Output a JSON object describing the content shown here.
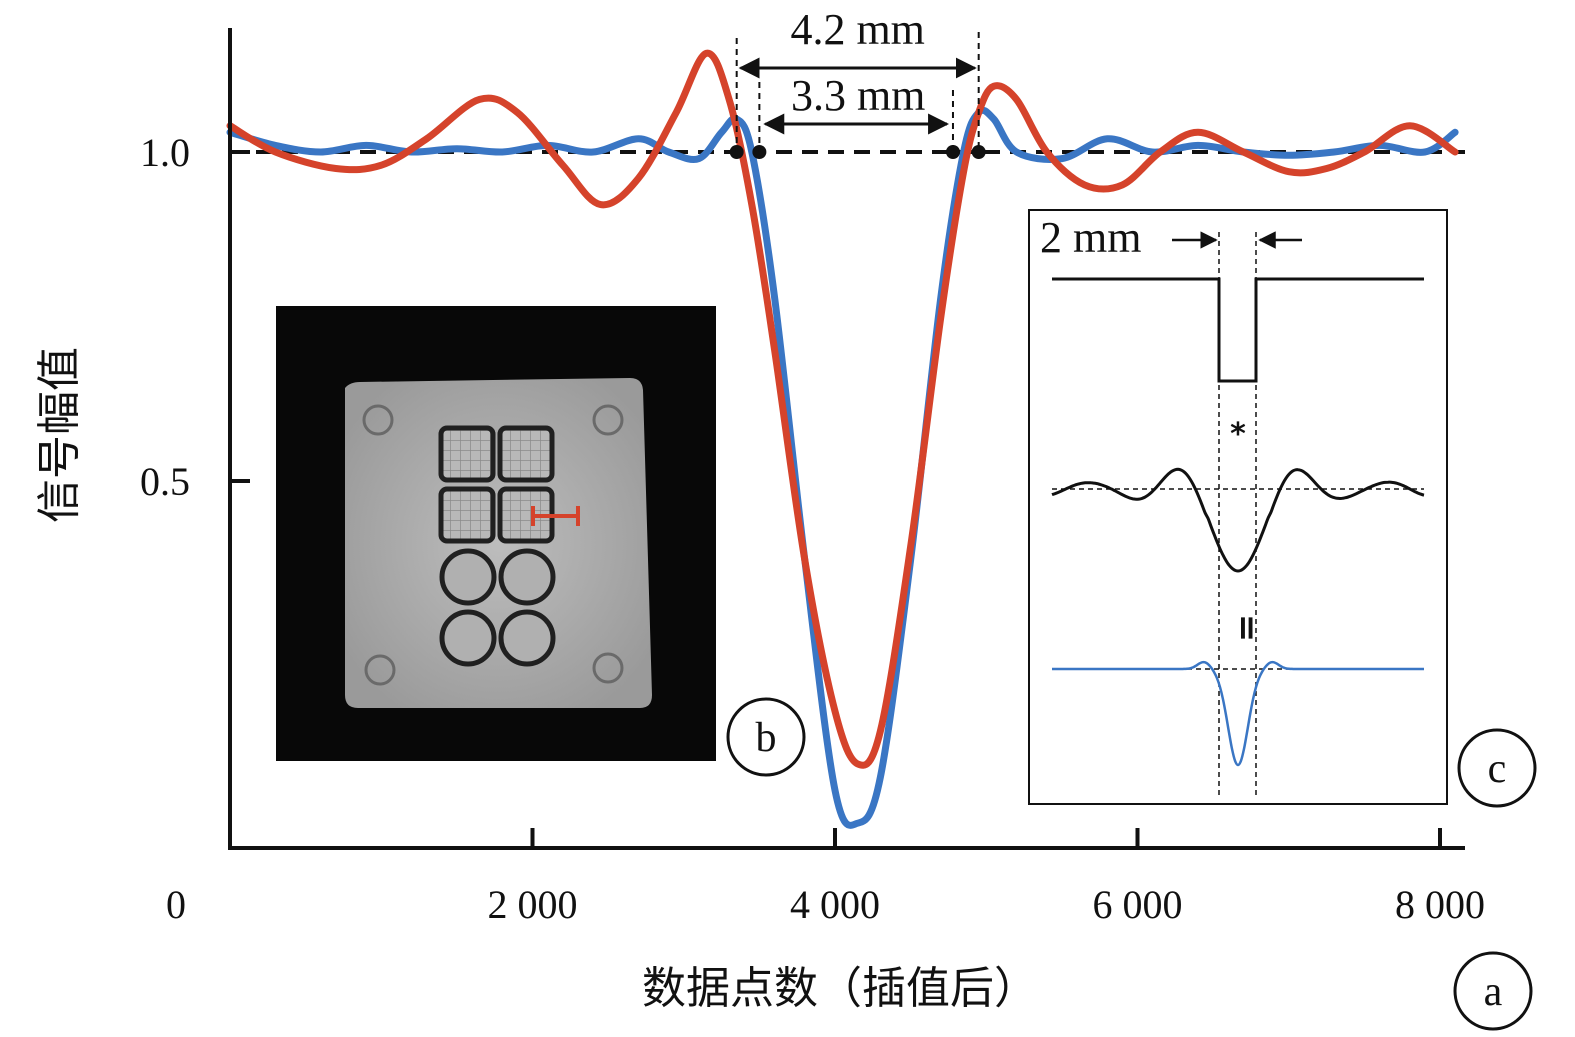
{
  "chart_data": {
    "type": "line",
    "xlabel": "数据点数（插值后）",
    "ylabel": "信号幅值",
    "xlim": [
      0,
      8200
    ],
    "ylim": [
      -0.05,
      1.2
    ],
    "x_ticks": [
      {
        "value": 0,
        "label": "0"
      },
      {
        "value": 2000,
        "label": "2 000"
      },
      {
        "value": 4000,
        "label": "4 000"
      },
      {
        "value": 6000,
        "label": "6 000"
      },
      {
        "value": 8000,
        "label": "8 000"
      }
    ],
    "y_ticks": [
      {
        "value": 0.5,
        "label": "0.5"
      },
      {
        "value": 1.0,
        "label": "1.0"
      }
    ],
    "reference_line": 1.0,
    "series": [
      {
        "color": "#3a76c4",
        "x": [
          0,
          300,
          600,
          900,
          1200,
          1500,
          1800,
          2100,
          2400,
          2700,
          2900,
          3100,
          3250,
          3350,
          3450,
          3600,
          3800,
          4000,
          4150,
          4300,
          4500,
          4700,
          4850,
          4950,
          5050,
          5200,
          5500,
          5800,
          6100,
          6400,
          6700,
          7000,
          7300,
          7600,
          7900,
          8100
        ],
        "y": [
          1.03,
          1.01,
          1.0,
          1.01,
          1.0,
          1.005,
          1.0,
          1.01,
          1.0,
          1.02,
          1.0,
          0.99,
          1.03,
          1.05,
          1.0,
          0.78,
          0.38,
          0.03,
          -0.02,
          0.05,
          0.38,
          0.78,
          1.0,
          1.06,
          1.05,
          1.0,
          0.99,
          1.02,
          1.0,
          1.01,
          1.0,
          0.995,
          1.0,
          1.01,
          1.0,
          1.03
        ]
      },
      {
        "color": "#d5432b",
        "x": [
          0,
          300,
          700,
          1000,
          1300,
          1650,
          1900,
          2200,
          2450,
          2700,
          2950,
          3150,
          3300,
          3450,
          3600,
          3800,
          4000,
          4150,
          4300,
          4500,
          4700,
          4850,
          4950,
          5050,
          5200,
          5400,
          5650,
          5900,
          6150,
          6400,
          6700,
          7000,
          7250,
          7500,
          7800,
          8100
        ],
        "y": [
          1.04,
          1.0,
          0.975,
          0.98,
          1.02,
          1.08,
          1.06,
          0.98,
          0.92,
          0.96,
          1.06,
          1.15,
          1.08,
          0.92,
          0.7,
          0.38,
          0.15,
          0.07,
          0.12,
          0.4,
          0.75,
          0.97,
          1.06,
          1.1,
          1.08,
          1.0,
          0.95,
          0.95,
          1.0,
          1.03,
          1.0,
          0.97,
          0.975,
          1.0,
          1.04,
          1.0
        ]
      }
    ],
    "annotations": {
      "wide_width": "4.2 mm",
      "narrow_width": "3.3 mm",
      "wide_x": [
        3350,
        4950
      ],
      "narrow_x": [
        3500,
        4780
      ]
    }
  },
  "panels": {
    "a_label": "a",
    "b_label": "b",
    "c_label": "c",
    "c_width_label": "2 mm",
    "c_convolve": "*",
    "c_equals": "="
  },
  "colors": {
    "blue": "#3a76c4",
    "red": "#d5432b",
    "axis": "#111111"
  }
}
